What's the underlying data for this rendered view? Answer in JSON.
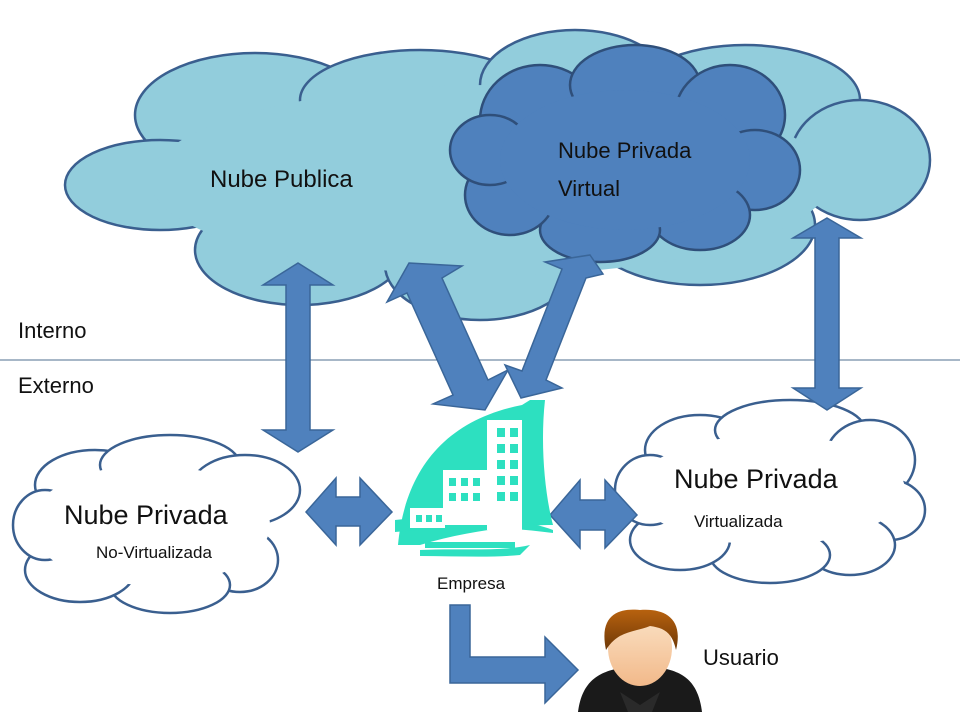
{
  "zones": {
    "internal": "Interno",
    "external": "Externo"
  },
  "clouds": {
    "public": {
      "label": "Nube Publica"
    },
    "private_virtual": {
      "line1": "Nube Privada",
      "line2": "Virtual"
    },
    "private_non_virtualized": {
      "title": "Nube Privada",
      "subtitle": "No-Virtualizada"
    },
    "private_virtualized": {
      "title": "Nube Privada",
      "subtitle": "Virtualizada"
    }
  },
  "nodes": {
    "company": {
      "label": "Empresa",
      "icon": "building-icon"
    },
    "user": {
      "label": "Usuario",
      "icon": "user-avatar-icon"
    }
  },
  "colors": {
    "public_cloud": "#92CDDC",
    "private_virtual_cloud": "#4F81BD",
    "cloud_outline": "#3A5F8F",
    "arrow": "#4F81BD",
    "building": "#2DE0C0",
    "divider": "#4F6F8F"
  }
}
